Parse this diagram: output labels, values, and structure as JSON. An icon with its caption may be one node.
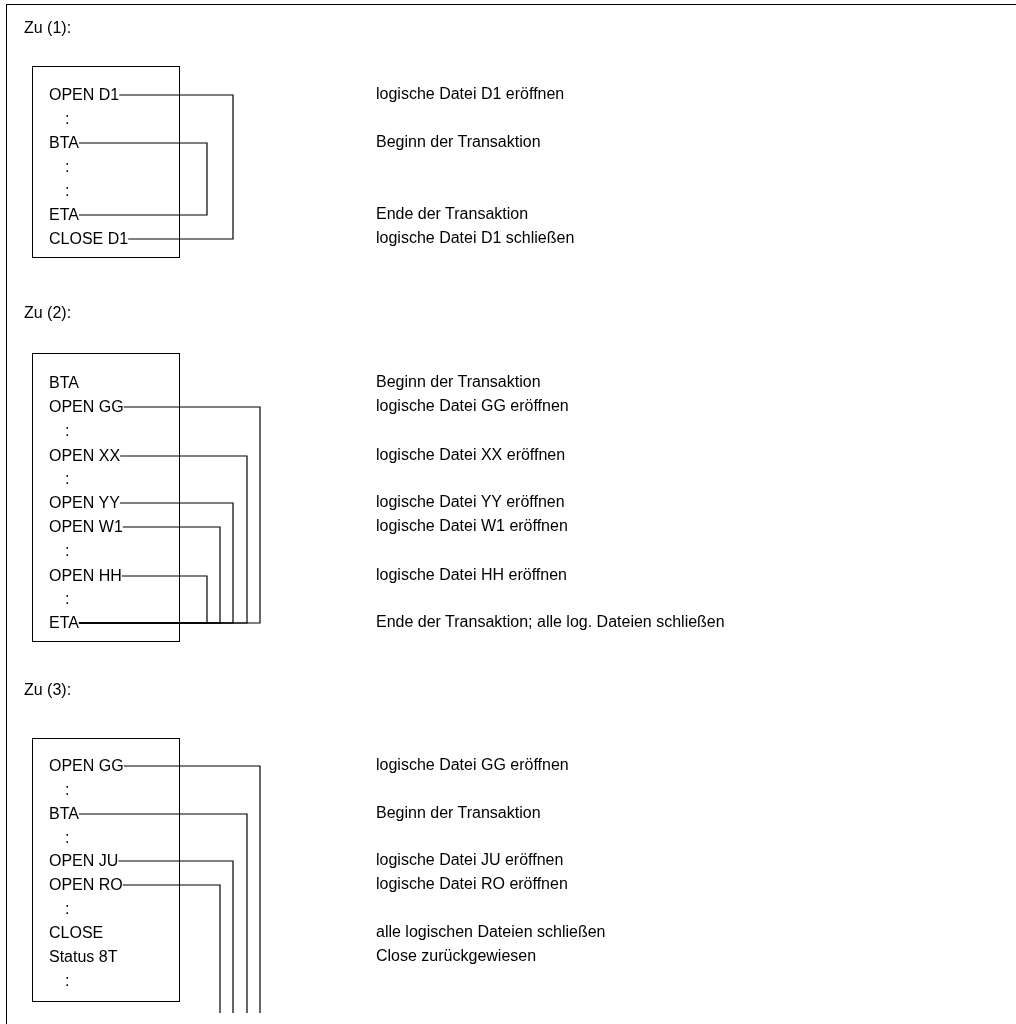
{
  "diagram": {
    "nodes": [
      {
        "text": [],
        "shape": "box"
      },
      {
        "text": [
          "OPEN D1"
        ],
        "in": 0
      },
      {
        "text": [
          "BTA"
        ],
        "in": 0
      },
      {
        "text": [
          "ETA"
        ],
        "in": 0
      },
      {
        "text": [
          "CLOSE D1"
        ],
        "in": 0
      },
      {
        "text": [],
        "shape": "box"
      },
      {
        "text": [
          "BTA"
        ],
        "in": 5
      },
      {
        "text": [
          "OPEN GG"
        ],
        "in": 5
      },
      {
        "text": [
          "OPEN XX"
        ],
        "in": 5
      },
      {
        "text": [
          "OPEN YY"
        ],
        "in": 5
      },
      {
        "text": [
          "OPEN W1"
        ],
        "in": 5
      },
      {
        "text": [
          "OPEN HH"
        ],
        "in": 5
      },
      {
        "text": [
          "ETA"
        ],
        "in": 5
      },
      {
        "text": [],
        "shape": "box"
      },
      {
        "text": [
          "OPEN GG"
        ],
        "in": 13
      },
      {
        "text": [
          "BTA"
        ],
        "in": 13
      },
      {
        "text": [
          "OPEN JU"
        ],
        "in": 13
      },
      {
        "text": [
          "OPEN RO"
        ],
        "in": 13
      },
      {
        "text": [
          "CLOSE"
        ],
        "in": 13
      },
      {
        "text": [
          "Status 8T"
        ],
        "in": 13
      }
    ],
    "edges": [
      {
        "from": 1,
        "to": 4,
        "arrow": "none"
      },
      {
        "from": 2,
        "to": 3,
        "arrow": "none"
      },
      {
        "from": 7,
        "to": 12,
        "arrow": "none"
      },
      {
        "from": 8,
        "to": 12,
        "arrow": "none"
      },
      {
        "from": 9,
        "to": 12,
        "arrow": "none"
      },
      {
        "from": 10,
        "to": 12,
        "arrow": "none"
      },
      {
        "from": 11,
        "to": 12,
        "arrow": "none"
      },
      {
        "from": 14,
        "to": null,
        "arrow": "none"
      },
      {
        "from": 15,
        "to": null,
        "arrow": "none"
      },
      {
        "from": 16,
        "to": null,
        "arrow": "none"
      },
      {
        "from": 17,
        "to": null,
        "arrow": "none"
      }
    ],
    "labels": [
      "Zu (1):",
      "logische Datei D1 eröffnen",
      ":",
      "Beginn der Transaktion",
      ":",
      ":",
      "Ende der Transaktion",
      "logische Datei D1 schließen",
      "Zu (2):",
      "Beginn der Transaktion",
      "logische Datei GG eröffnen",
      ":",
      "logische Datei XX eröffnen",
      ":",
      "logische Datei YY eröffnen",
      "logische Datei W1 eröffnen",
      ":",
      "logische Datei HH eröffnen",
      ":",
      "Ende der Transaktion; alle log. Dateien schließen",
      "Zu (3):",
      "logische Datei GG eröffnen",
      ":",
      "Beginn der Transaktion",
      ":",
      "logische Datei JU eröffnen",
      "logische Datei RO eröffnen",
      ":",
      "alle logischen Dateien schließen",
      "Close zurückgewiesen",
      ":"
    ]
  }
}
